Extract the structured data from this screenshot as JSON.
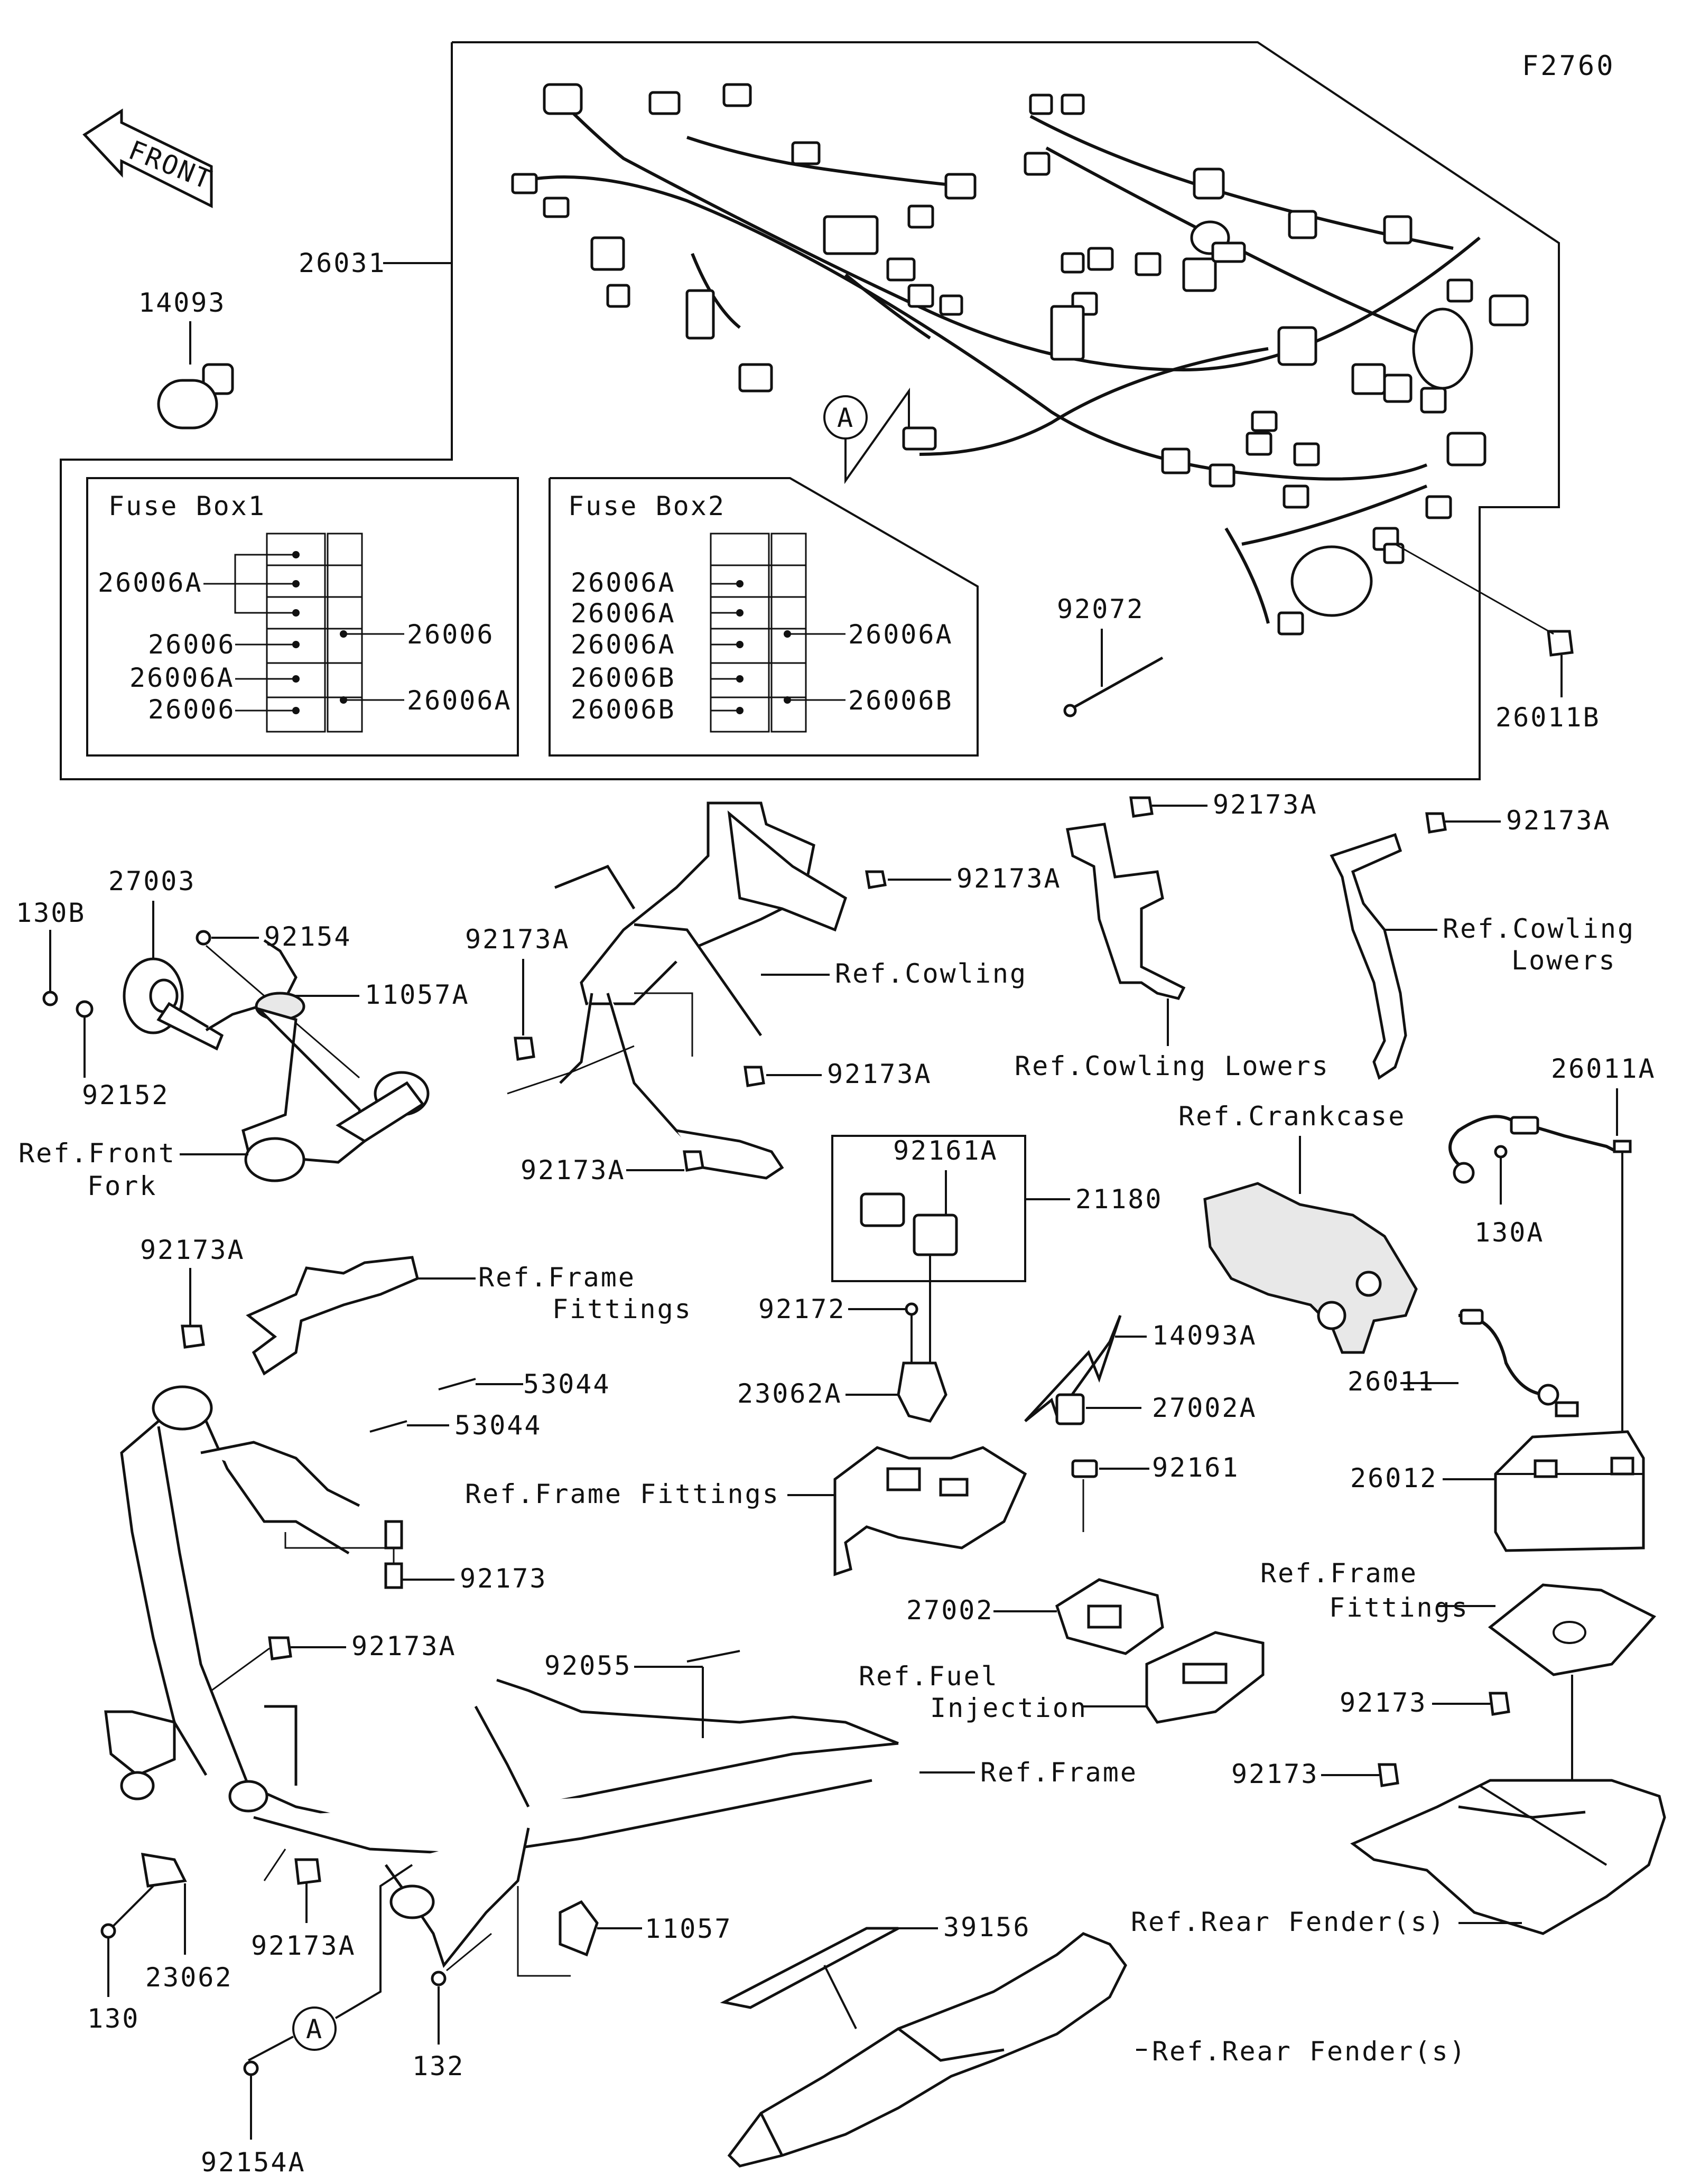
{
  "figure_code": "F2760",
  "front_arrow": {
    "text": "FRONT",
    "icon": "front-direction-arrow"
  },
  "fuse_box1": {
    "title": "Fuse Box1",
    "left_labels": [
      "26006A",
      "26006",
      "26006A",
      "26006"
    ],
    "right_labels": [
      "26006",
      "26006A"
    ]
  },
  "fuse_box2": {
    "title": "Fuse Box2",
    "left_labels": [
      "26006A",
      "26006A",
      "26006A",
      "26006B",
      "26006B"
    ],
    "right_labels": [
      "26006A",
      "26006B"
    ]
  },
  "parts": {
    "p26031": "26031",
    "p14093": "14093",
    "p92072": "92072",
    "p26011B": "26011B",
    "callout_A": "A",
    "p130B": "130B",
    "p27003": "27003",
    "p92154": "92154",
    "p11057A": "11057A",
    "p92152": "92152",
    "ref_front_fork_1": "Ref.Front",
    "ref_front_fork_2": "Fork",
    "p92173A_a": "92173A",
    "p92173A_b": "92173A",
    "p92173A_c": "92173A",
    "p92173A_d": "92173A",
    "p92173A_e": "92173A",
    "p92173A_f": "92173A",
    "p92173A_g": "92173A",
    "p92173A_h": "92173A",
    "p92173A_i": "92173A",
    "ref_cowling": "Ref.Cowling",
    "ref_cowling_lowers_a": "Ref.Cowling Lowers",
    "ref_cowling_lowers_b1": "Ref.Cowling",
    "ref_cowling_lowers_b2": "Lowers",
    "p26011A": "26011A",
    "ref_crankcase": "Ref.Crankcase",
    "p130A": "130A",
    "p92161A": "92161A",
    "p21180": "21180",
    "p92172": "92172",
    "p14093A": "14093A",
    "p23062A": "23062A",
    "p27002A": "27002A",
    "p92161": "92161",
    "p26011": "26011",
    "p26012": "26012",
    "ref_frame_fittings_a1": "Ref.Frame",
    "ref_frame_fittings_a2": "Fittings",
    "p53044_a": "53044",
    "p53044_b": "53044",
    "ref_frame_fittings_b": "Ref.Frame Fittings",
    "p92173_a": "92173",
    "ref_frame_fittings_c1": "Ref.Frame",
    "ref_frame_fittings_c2": "Fittings",
    "p27002": "27002",
    "p92055": "92055",
    "ref_fuel_injection_1": "Ref.Fuel",
    "ref_fuel_injection_2": "Injection",
    "ref_frame": "Ref.Frame",
    "p92173_b": "92173",
    "p92173_c": "92173",
    "ref_rear_fender_a": "Ref.Rear Fender(s)",
    "p11057": "11057",
    "p39156": "39156",
    "ref_rear_fender_b": "Ref.Rear Fender(s)",
    "p23062": "23062",
    "p130": "130",
    "p132": "132",
    "p92154A": "92154A"
  }
}
